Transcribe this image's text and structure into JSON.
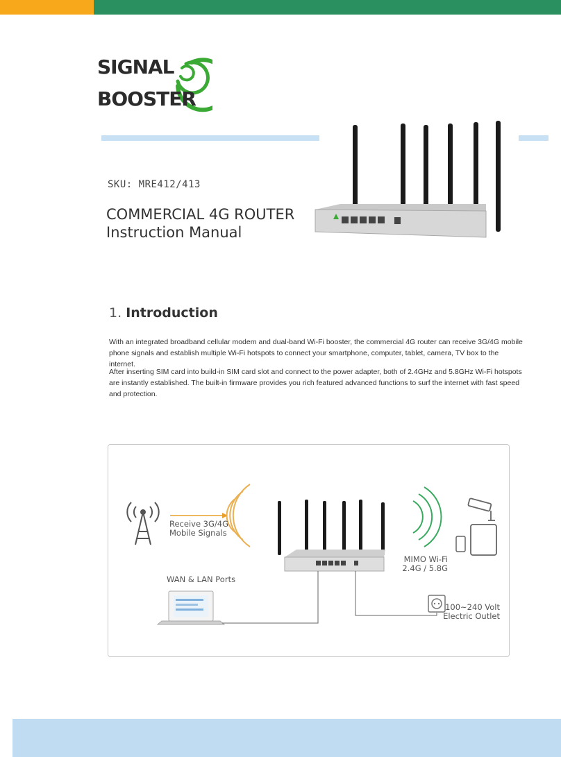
{
  "header": {
    "brand_colors": {
      "orange": "#f7a81b",
      "green": "#2b9060",
      "light_blue": "#bfdcf2"
    }
  },
  "logo": {
    "line1": "SIGNAL",
    "line2": "BOOSTER"
  },
  "cover": {
    "sku": "SKU: MRE412/413",
    "title_line1": "COMMERCIAL 4G ROUTER",
    "title_line2": "Instruction Manual"
  },
  "intro": {
    "number": "1.",
    "heading": "Introduction",
    "paragraphs": [
      "With an integrated broadband cellular modem and dual-band Wi-Fi booster, the commercial 4G router can receive 3G/4G mobile phone signals and establish multiple Wi-Fi hotspots to connect your smartphone, computer, tablet, camera, TV box to the internet.",
      "After inserting SIM card into build-in SIM card slot and connect to the power adapter, both of 2.4GHz and 5.8GHz Wi-Fi hotspots are instantly established. The built-in firmware provides you rich featured advanced functions to surf the internet with fast speed and protection."
    ]
  },
  "diagram": {
    "receive_line1": "Receive 3G/4G",
    "receive_line2": "Mobile Signals",
    "mimo_line1": "MIMO Wi-Fi",
    "mimo_line2": "2.4G / 5.8G",
    "wan_lan": "WAN & LAN Ports",
    "outlet_line1": "100~240 Volt",
    "outlet_line2": "Electric Outlet"
  }
}
